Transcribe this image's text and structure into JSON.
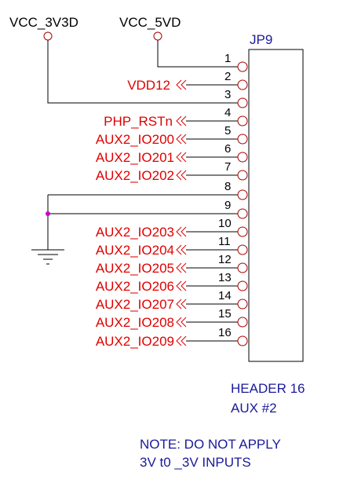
{
  "power": {
    "vcc_3v3d": "VCC_3V3D",
    "vcc_5vd": "VCC_5VD"
  },
  "header": {
    "ref": "JP9",
    "part": "HEADER 16",
    "subtitle": "AUX #2"
  },
  "pins": [
    "1",
    "2",
    "3",
    "4",
    "5",
    "6",
    "7",
    "8",
    "9",
    "10",
    "11",
    "12",
    "13",
    "14",
    "15",
    "16"
  ],
  "nets": {
    "vdd12": "VDD12",
    "php_rstn": "PHP_RSTn",
    "aux2_io200": "AUX2_IO200",
    "aux2_io201": "AUX2_IO201",
    "aux2_io202": "AUX2_IO202",
    "aux2_io203": "AUX2_IO203",
    "aux2_io204": "AUX2_IO204",
    "aux2_io205": "AUX2_IO205",
    "aux2_io206": "AUX2_IO206",
    "aux2_io207": "AUX2_IO207",
    "aux2_io208": "AUX2_IO208",
    "aux2_io209": "AUX2_IO209"
  },
  "note": {
    "line1": "NOTE: DO NOT APPLY",
    "line2": "3V t0 _3V INPUTS"
  },
  "colors": {
    "wire": "#000000",
    "net_label": "#e00000",
    "annotation": "#1a1a9a",
    "junction": "#cc00cc",
    "pin_circle": "#aa0000"
  }
}
